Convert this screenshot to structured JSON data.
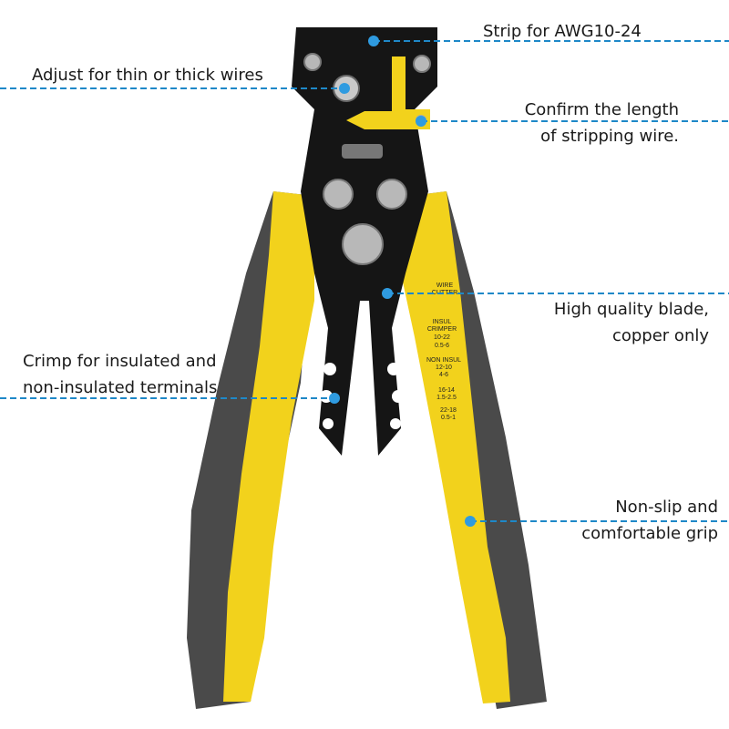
{
  "annotations": {
    "strip": {
      "lines": [
        "Strip for AWG10-24"
      ]
    },
    "adjust": {
      "lines": [
        "Adjust for thin or thick wires"
      ]
    },
    "confirm": {
      "lines": [
        "Confirm the length",
        "of stripping wire."
      ]
    },
    "blade": {
      "lines": [
        "High quality blade,",
        "copper only"
      ]
    },
    "crimp": {
      "lines": [
        "Crimp for insulated and",
        "non-insulated terminals"
      ]
    },
    "grip": {
      "lines": [
        "Non-slip and",
        "comfortable grip"
      ]
    }
  },
  "tool_markings": {
    "cutter": [
      "WIRE",
      "CUTTER"
    ],
    "insul": [
      "INSUL",
      "CRIMPER",
      "10-22",
      "0.5-6"
    ],
    "non_insul": [
      "NON INSUL",
      "12-10",
      "4-6"
    ],
    "size_a": [
      "16-14",
      "1.5-2.5"
    ],
    "size_b": [
      "22-18",
      "0.5-1"
    ]
  },
  "colors": {
    "accent_line": "#1e88c8",
    "handle_yellow": "#f2d21c",
    "handle_grey": "#4a4a4a",
    "body_black": "#151515"
  }
}
